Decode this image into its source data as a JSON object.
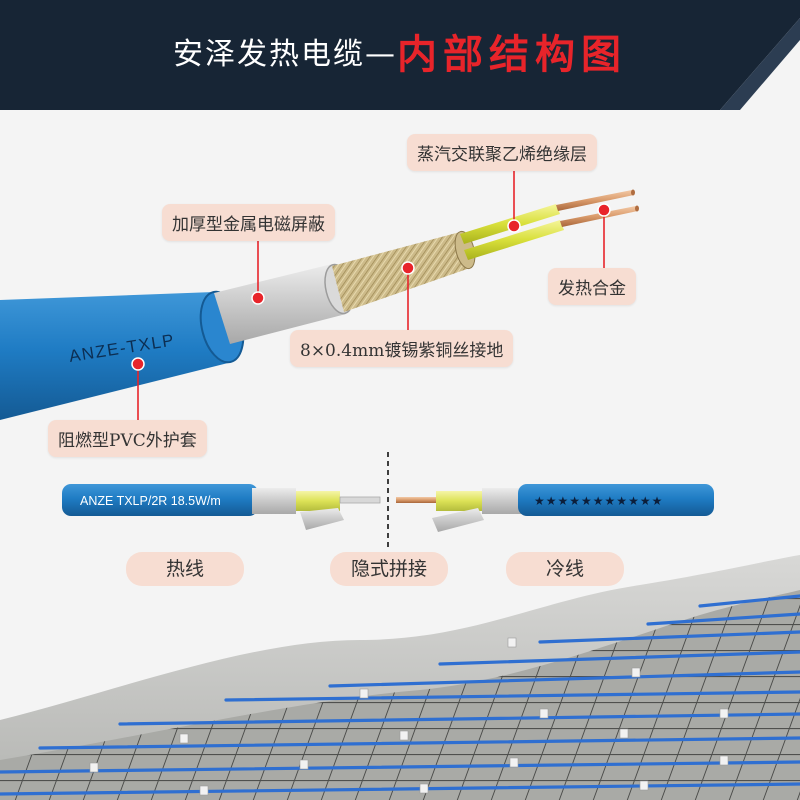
{
  "header": {
    "title_main": "安泽发热电缆—",
    "title_accent": "内部结构图",
    "bg_color": "#172535",
    "accent_color": "#e8242a"
  },
  "cable": {
    "print_text": "ANZE-TXLP",
    "jacket_color": "#1f7cc4"
  },
  "labels": {
    "insulation": "蒸汽交联聚乙烯绝缘层",
    "shield": "加厚型金属电磁屏蔽",
    "alloy": "发热合金",
    "ground": "8×0.4mm镀锡紫铜丝接地",
    "jacket": "阻燃型PVC外护套"
  },
  "splice": {
    "hot_print": "ANZE TXLP/2R 18.5W/m",
    "cold_print": "★★★★★★★★★★★",
    "hot_label": "热线",
    "splice_label": "隐式拼接",
    "cold_label": "冷线"
  },
  "colors": {
    "label_bg": "#f7ddd2",
    "marker_red": "#e8242a"
  }
}
